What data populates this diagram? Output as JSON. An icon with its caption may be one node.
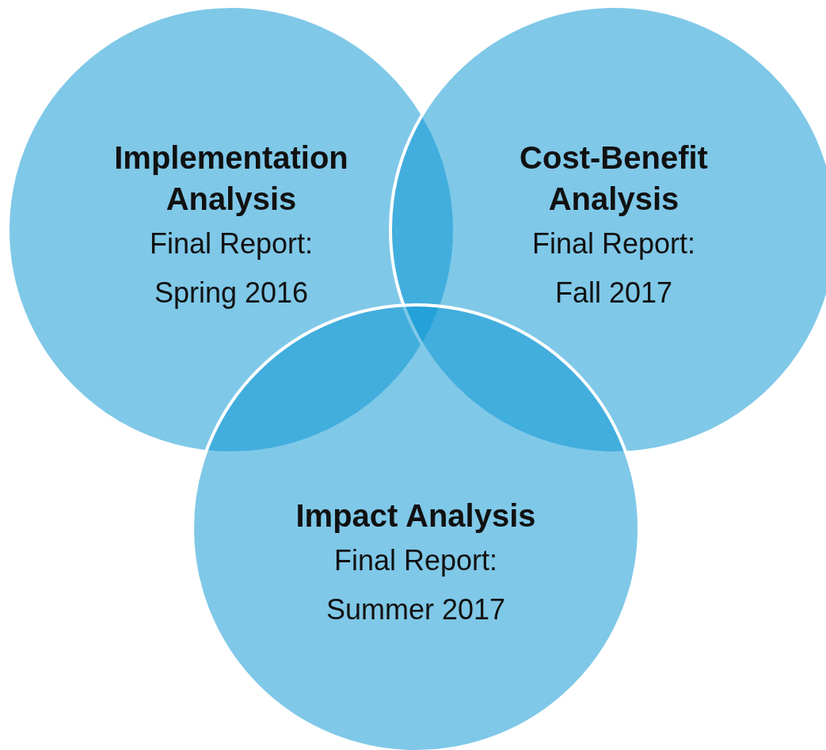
{
  "diagram": {
    "nodes": [
      {
        "text": [
          "Implementation Analysis",
          "Final Report: Spring 2016"
        ]
      },
      {
        "text": [
          "Cost-Benefit Analysis",
          "Final Report: Fall 2017"
        ]
      },
      {
        "text": [
          "Impact Analysis",
          "Final Report: Summer 2017"
        ]
      }
    ],
    "edges": []
  }
}
